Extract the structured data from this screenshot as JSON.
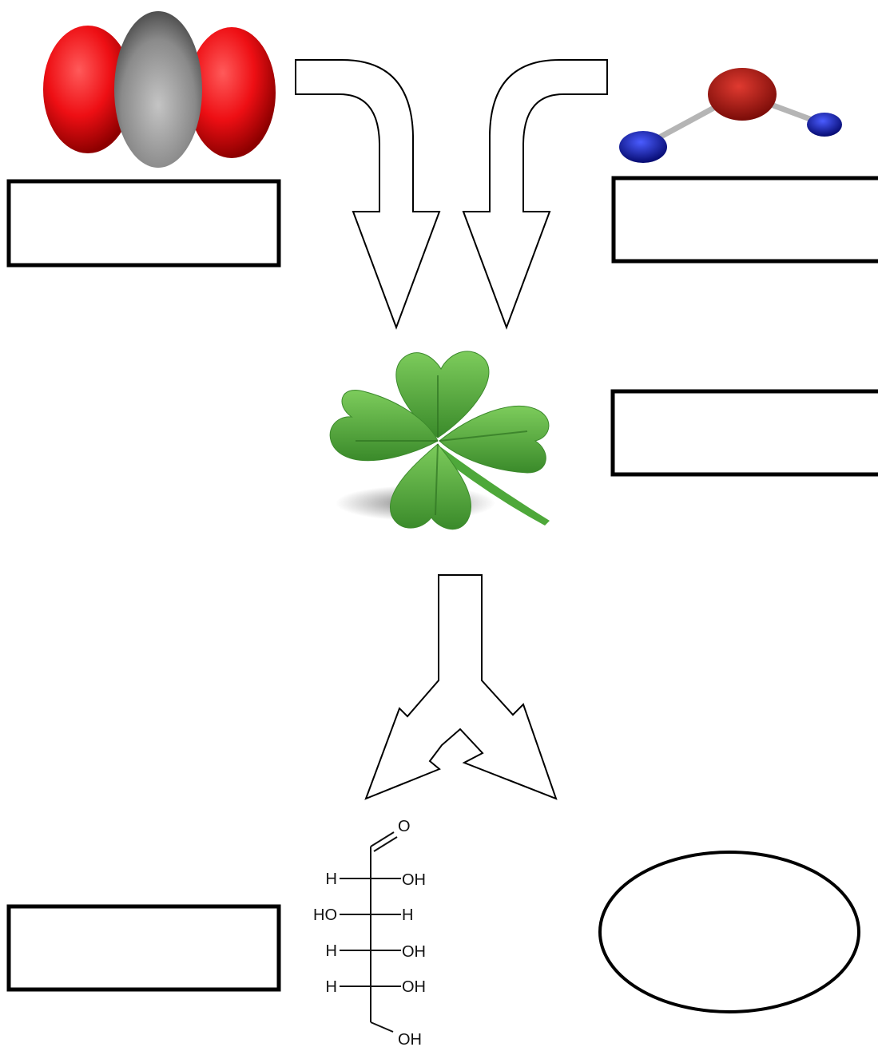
{
  "colors": {
    "oxygen_red": "#e8121a",
    "carbon_gray": "#8c8c8c",
    "water_oxygen": "#a8140f",
    "hydrogen_blue": "#0b1aa8",
    "leaf_green": "#4faa37",
    "outline": "#000000"
  },
  "icons": {
    "carbon_dioxide": "co2-molecule-icon",
    "water": "water-molecule-icon",
    "plant": "clover-leaf-icon",
    "glucose": "glucose-structure-icon"
  },
  "glucose": {
    "top": "O",
    "rows": [
      {
        "left": "H",
        "right": "OH"
      },
      {
        "left": "HO",
        "right": "H"
      },
      {
        "left": "H",
        "right": "OH"
      },
      {
        "left": "H",
        "right": "OH"
      }
    ],
    "bottom": "OH"
  }
}
